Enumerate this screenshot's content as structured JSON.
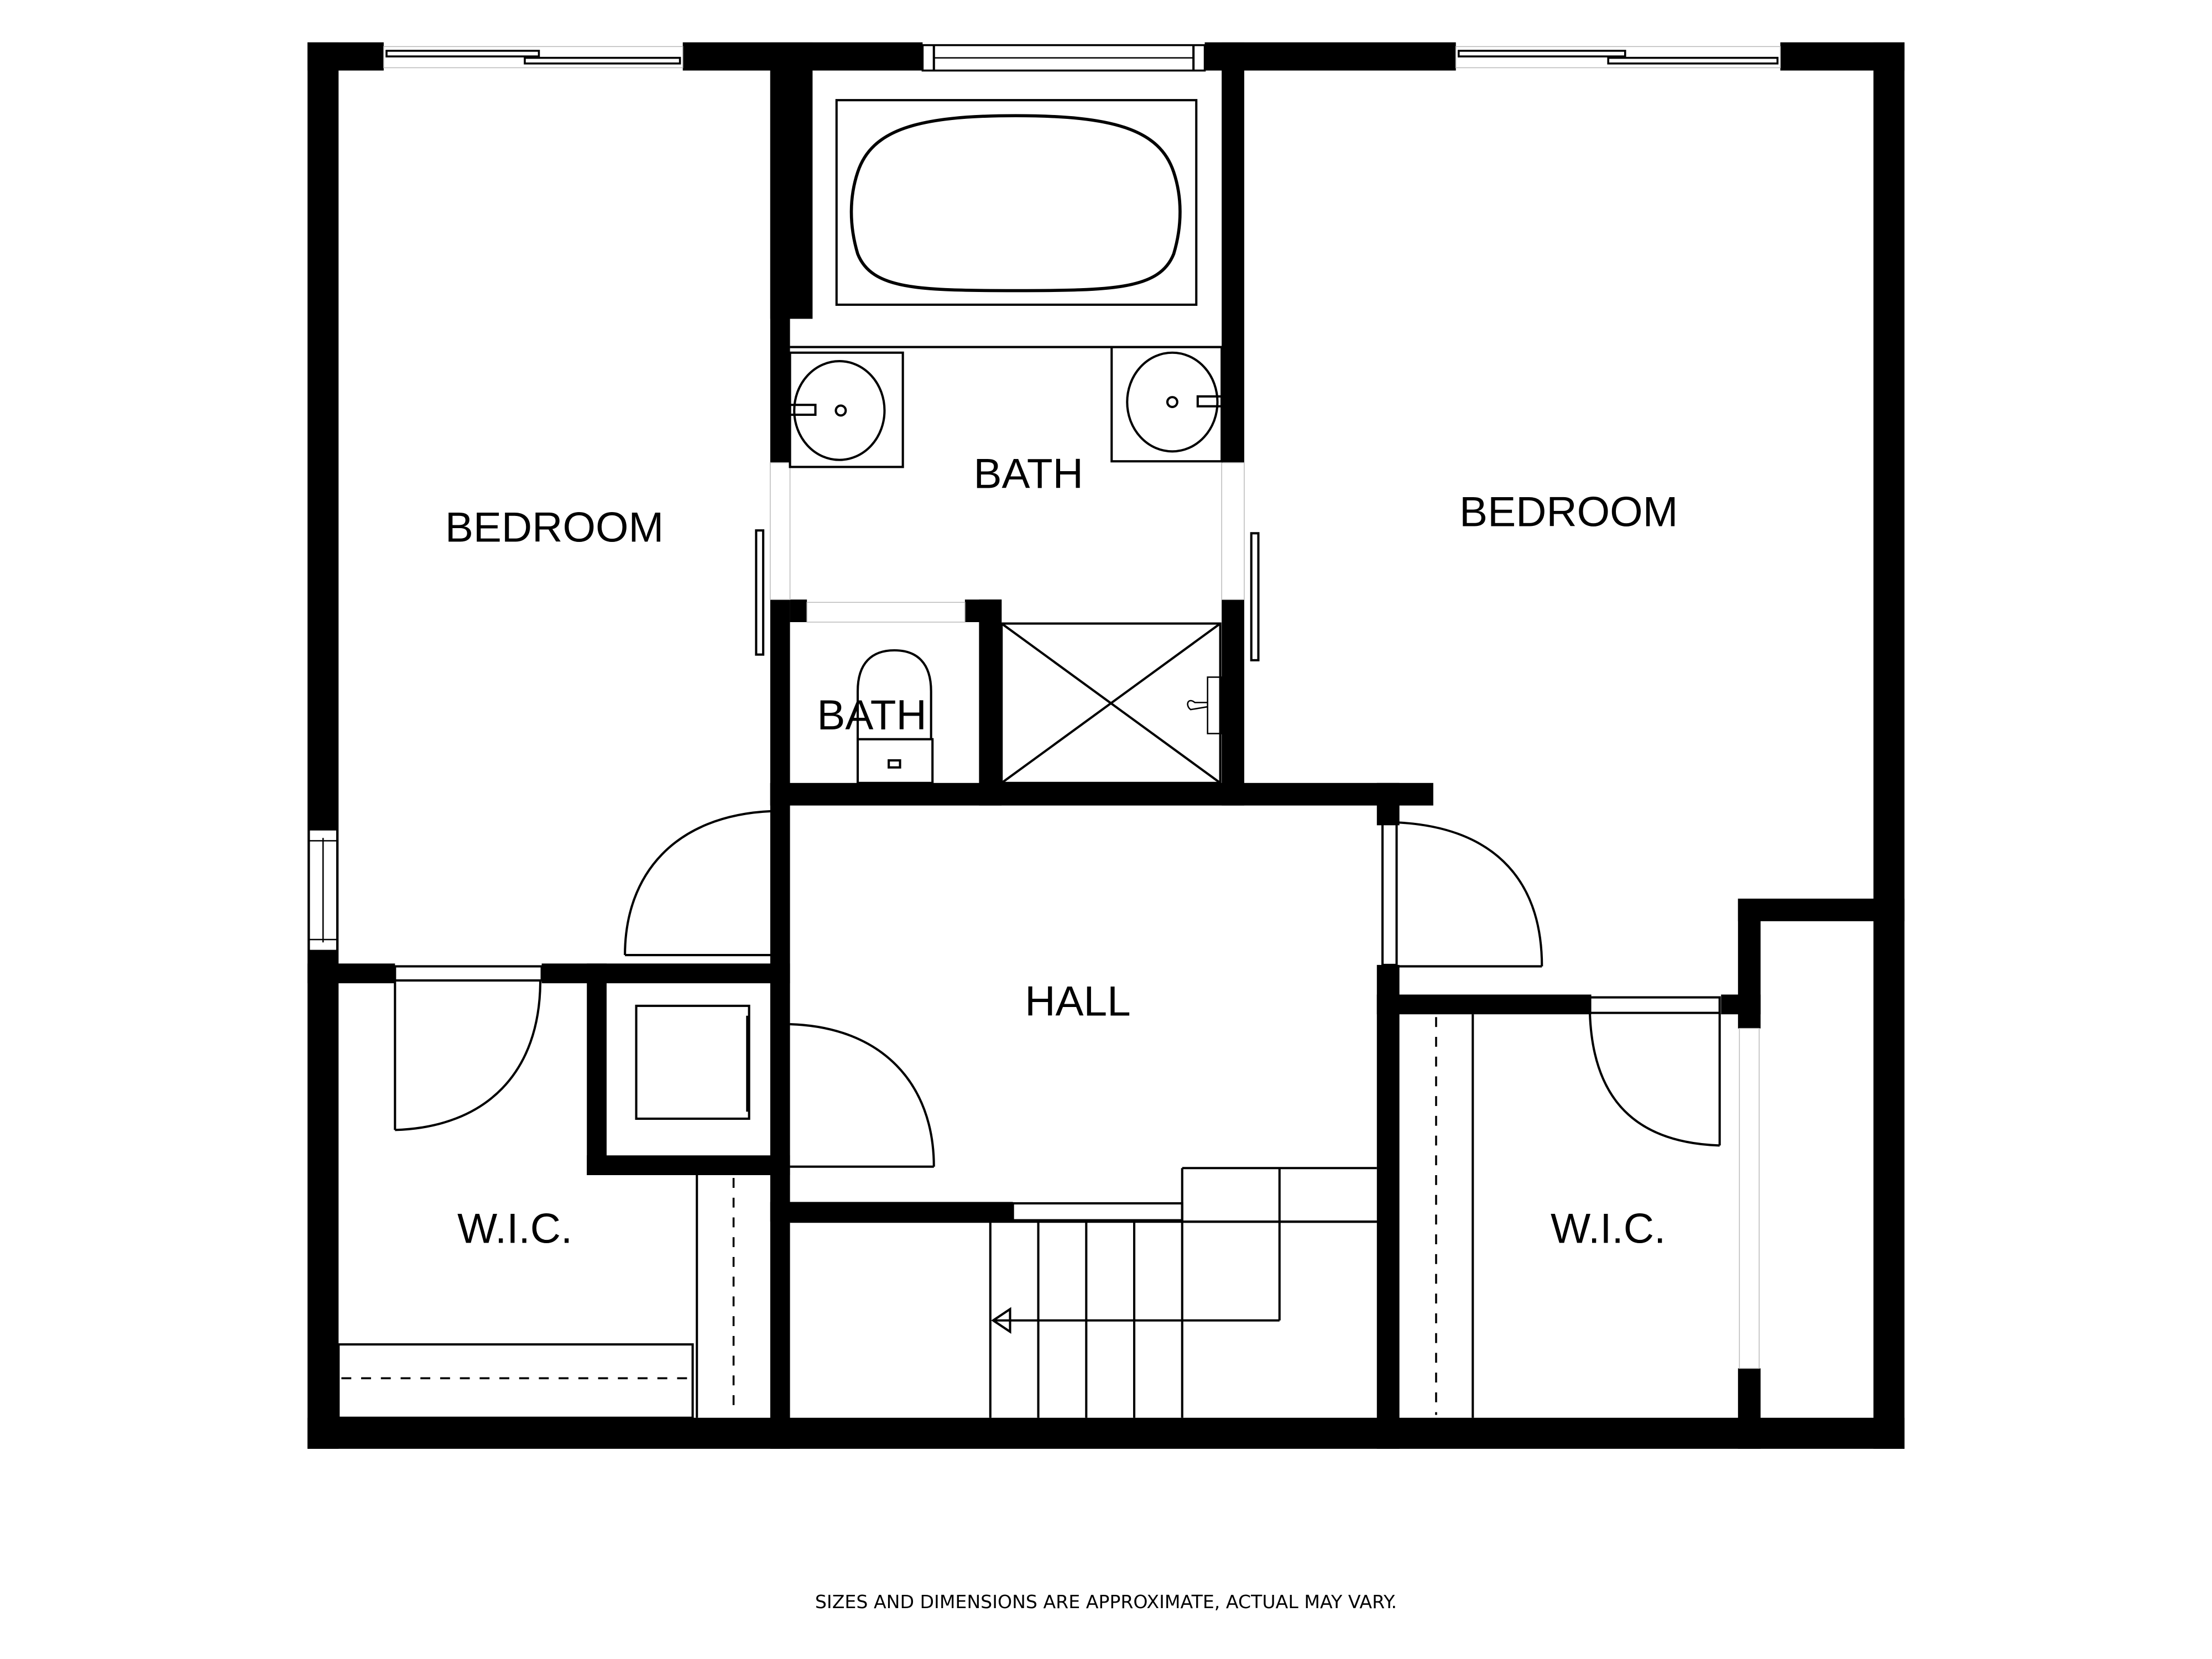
{
  "floor_plan": {
    "rooms": [
      {
        "id": "bedroom-left",
        "label": "BEDROOM"
      },
      {
        "id": "bath-main",
        "label": "BATH"
      },
      {
        "id": "bedroom-right",
        "label": "BEDROOM"
      },
      {
        "id": "bath-small",
        "label": "BATH"
      },
      {
        "id": "hall",
        "label": "HALL"
      },
      {
        "id": "wic-left",
        "label": "W.I.C."
      },
      {
        "id": "wic-right",
        "label": "W.I.C."
      }
    ],
    "fixtures": [
      "bathtub",
      "sink-left",
      "sink-right",
      "toilet",
      "shower",
      "washer-dryer",
      "stairs",
      "closet-shelves"
    ],
    "colors": {
      "wall": "#000000",
      "background": "#ffffff",
      "line": "#000000"
    }
  },
  "footer": {
    "disclaimer": "SIZES AND DIMENSIONS ARE APPROXIMATE, ACTUAL MAY VARY."
  }
}
